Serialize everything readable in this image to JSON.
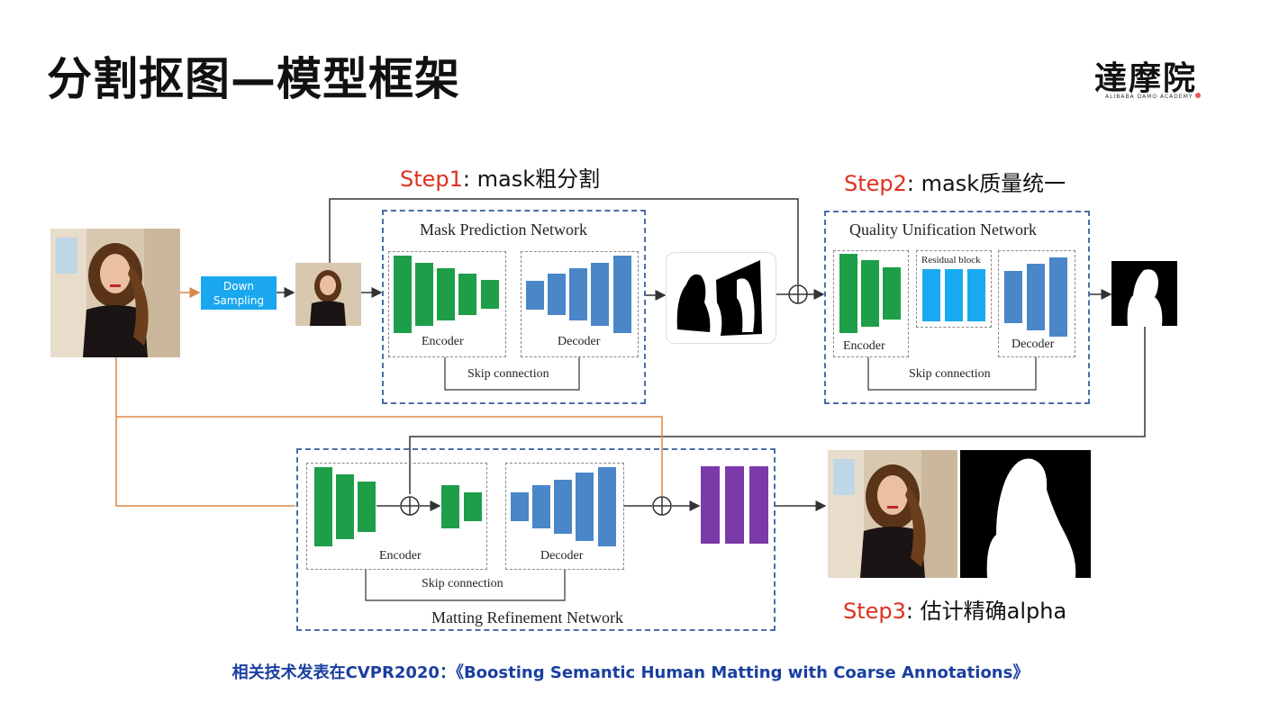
{
  "title": "分割抠图—模型框架",
  "logo": {
    "main": "達摩院",
    "sub": "ALIBABA DAMO ACADEMY"
  },
  "steps": {
    "step1": {
      "prefix": "Step1",
      "text": ": mask粗分割"
    },
    "step2": {
      "prefix": "Step2",
      "text": ": mask质量统一"
    },
    "step3": {
      "prefix": "Step3",
      "text": ": 估计精确alpha"
    }
  },
  "down_sampling": "Down Sampling",
  "mask_net": {
    "title": "Mask Prediction Network",
    "encoder": "Encoder",
    "decoder": "Decoder",
    "skip": "Skip connection"
  },
  "quality_net": {
    "title": "Quality Unification Network",
    "encoder": "Encoder",
    "residual": "Residual block",
    "decoder": "Decoder",
    "skip": "Skip connection"
  },
  "matting_net": {
    "title": "Matting Refinement Network",
    "encoder": "Encoder",
    "decoder": "Decoder",
    "skip": "Skip connection"
  },
  "footer": "相关技术发表在CVPR2020：《Boosting Semantic Human Matting with Coarse Annotations》",
  "colors": {
    "encoder": "#1e9e48",
    "decoder": "#4a86c8",
    "residual": "#19a9f0",
    "output": "#7b3aa8",
    "step_red": "#e03020",
    "box_border": "#4a6ea8",
    "orange_line": "#d9894a",
    "footer": "#1a3fa0"
  }
}
